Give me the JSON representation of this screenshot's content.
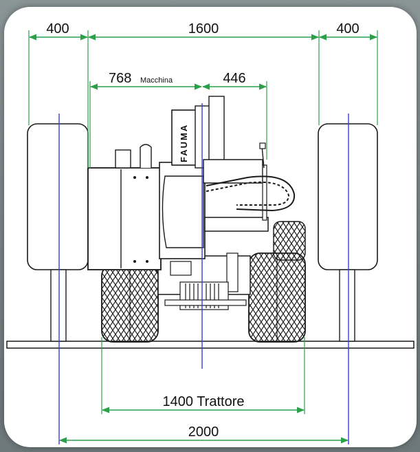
{
  "dimensions": {
    "top_left": "400",
    "top_center": "1600",
    "top_right": "400",
    "machine_width": "768",
    "machine_label": "Macchina",
    "offset": "446",
    "tractor_track": "1400 Trattore",
    "overall_width": "2000"
  },
  "brand_text": "FAUMA",
  "colors": {
    "dimension_line": "#2aa04a",
    "centerline": "#3b3bd8",
    "outline": "#1a1a1a",
    "background": "#ffffff"
  }
}
